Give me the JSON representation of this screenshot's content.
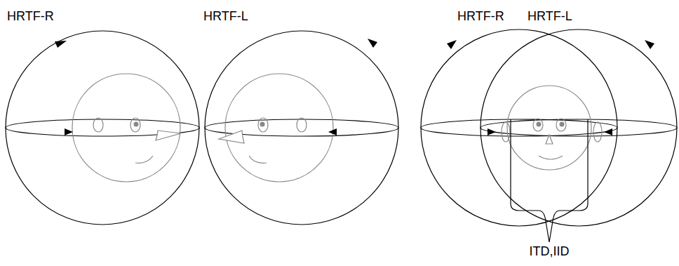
{
  "diagram": {
    "labels": [
      "HRTF-R",
      "HRTF-L",
      "HRTF-R",
      "HRTF-L",
      "ITD,IID"
    ]
  }
}
